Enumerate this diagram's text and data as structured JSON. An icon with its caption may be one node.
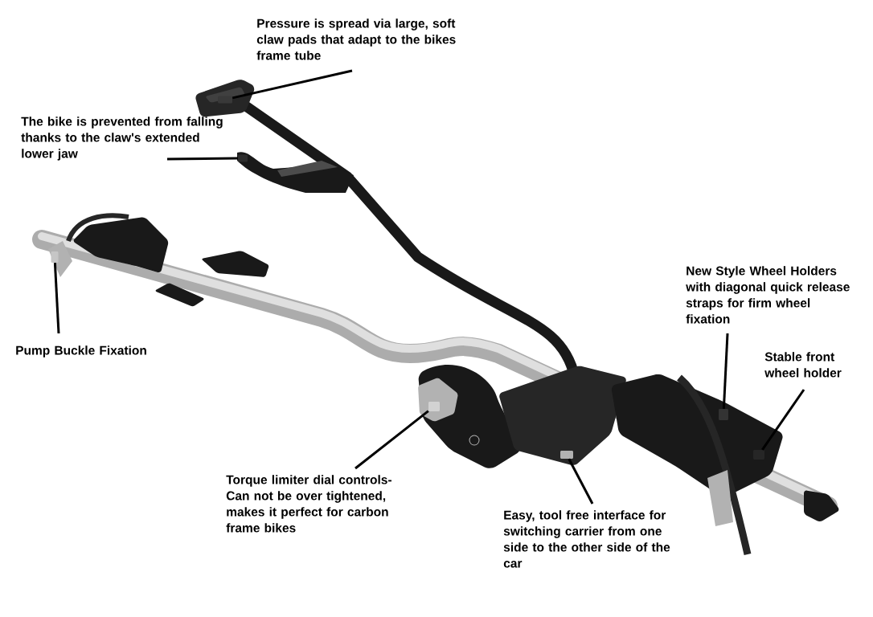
{
  "diagram": {
    "nodes": [
      {
        "text": [
          "Pressure is spread via large, soft claw pads that adapt to the bikes frame tube"
        ]
      },
      {
        "text": [
          "The bike is prevented from falling thanks to the claw's extended lower jaw"
        ]
      },
      {
        "text": [
          "Pump Buckle Fixation"
        ]
      },
      {
        "text": [
          "Torque limiter dial controls- Can not be over tightened, makes it perfect for carbon frame bikes"
        ]
      },
      {
        "text": [
          "Easy, tool free interface for switching carrier from one side to the other side of the car"
        ]
      },
      {
        "text": [
          "New Style Wheel Holders with diagonal quick release straps for firm wheel fixation"
        ]
      },
      {
        "text": [
          "Stable front wheel holder"
        ]
      },
      {
        "text": [],
        "shape": "box"
      },
      {
        "text": [],
        "shape": "box"
      },
      {
        "text": [],
        "shape": "box"
      },
      {
        "text": [],
        "shape": "box"
      },
      {
        "text": [],
        "shape": "box"
      },
      {
        "text": [],
        "shape": "box"
      },
      {
        "text": [],
        "shape": "box"
      }
    ],
    "edges": [
      {
        "from": 0,
        "to": 7,
        "arrow": "none"
      },
      {
        "from": 1,
        "to": 8,
        "arrow": "none"
      },
      {
        "from": 2,
        "to": 9,
        "arrow": "none"
      },
      {
        "from": 3,
        "to": 10,
        "arrow": "none"
      },
      {
        "from": 4,
        "to": 11,
        "arrow": "none"
      },
      {
        "from": 5,
        "to": 12,
        "arrow": "none"
      },
      {
        "from": 6,
        "to": 13,
        "arrow": "none"
      }
    ]
  }
}
